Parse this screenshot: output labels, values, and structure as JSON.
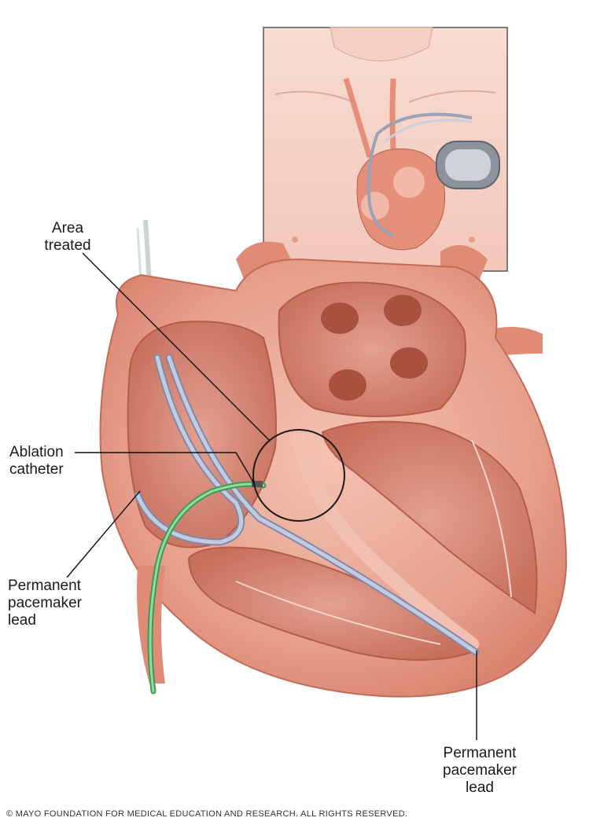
{
  "labels": {
    "area_treated": "Area\ntreated",
    "ablation_catheter": "Ablation\ncatheter",
    "pacemaker_lead_left": "Permanent\npacemaker\nlead",
    "pacemaker_lead_right": "Permanent\npacemaker\nlead"
  },
  "footer": {
    "copyright": "© MAYO FOUNDATION FOR MEDICAL EDUCATION AND RESEARCH. ALL RIGHTS RESERVED."
  },
  "colors": {
    "heart_wall": "#e59a86",
    "heart_inner": "#f3c4b5",
    "chamber_dark": "#c9735f",
    "skin": "#f7d6cc",
    "lead_blue": "#b9c3dc",
    "catheter_green": "#5fbf74",
    "label_line": "#111111"
  }
}
